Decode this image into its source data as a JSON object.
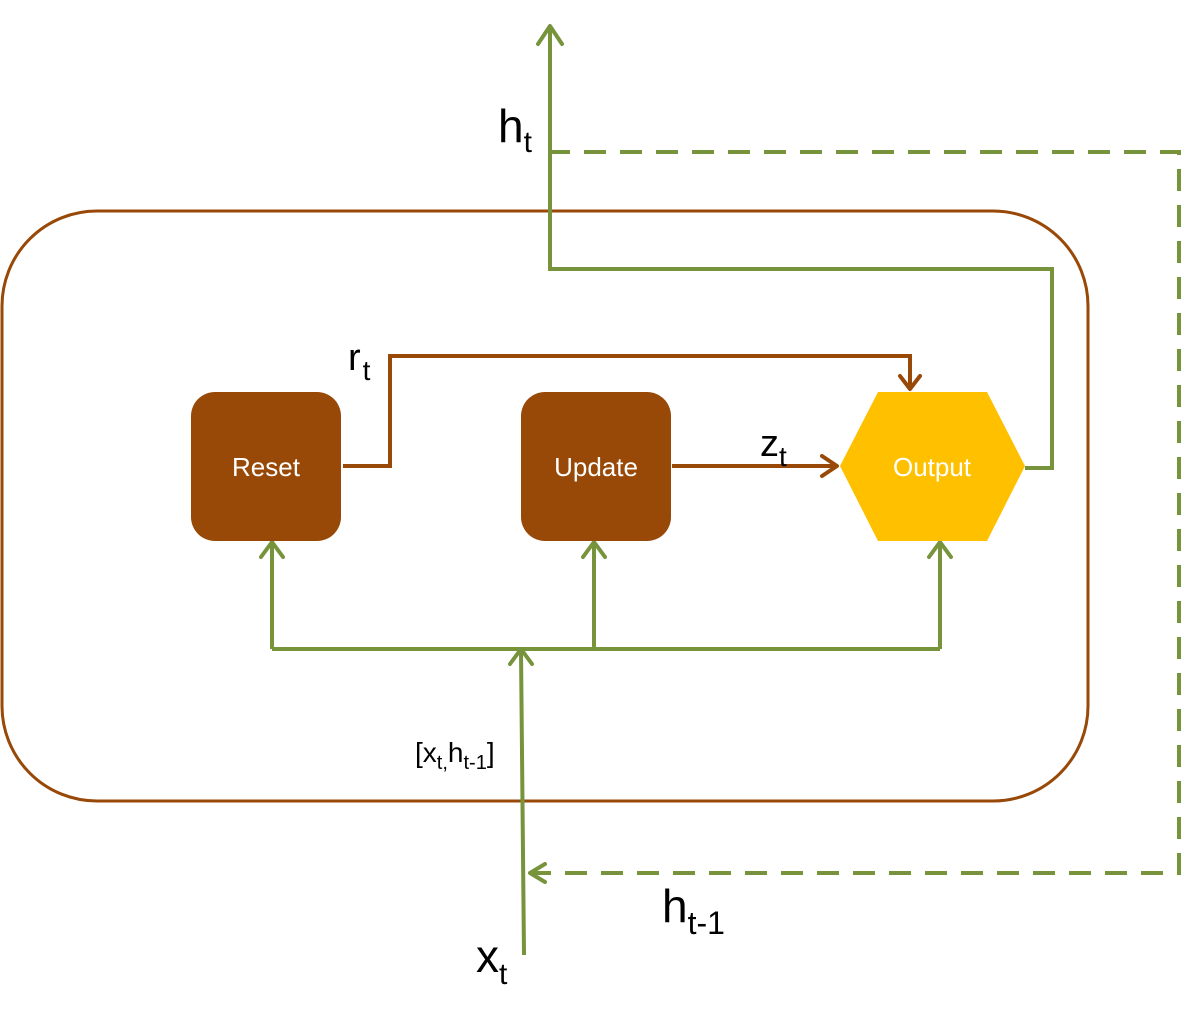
{
  "nodes": {
    "reset": {
      "label": "Reset"
    },
    "update": {
      "label": "Update"
    },
    "output": {
      "label": "Output"
    }
  },
  "labels": {
    "h_t": {
      "main": "h",
      "sub": "t"
    },
    "r_t": {
      "main": "r",
      "sub": "t"
    },
    "z_t": {
      "main": "z",
      "sub": "t"
    },
    "x_t": {
      "main": "x",
      "sub": "t"
    },
    "h_t_minus_1": {
      "main": "h",
      "sub": "t-1"
    },
    "concat": {
      "open": "[x",
      "sub1": "t,",
      "mid": "h",
      "sub2": "t-1",
      "close": "]"
    }
  },
  "colors": {
    "green": "#77933c",
    "brown": "#984807",
    "box_fill": "#984807",
    "hexagon_fill": "#ffc000",
    "cell_border": "#984807"
  }
}
